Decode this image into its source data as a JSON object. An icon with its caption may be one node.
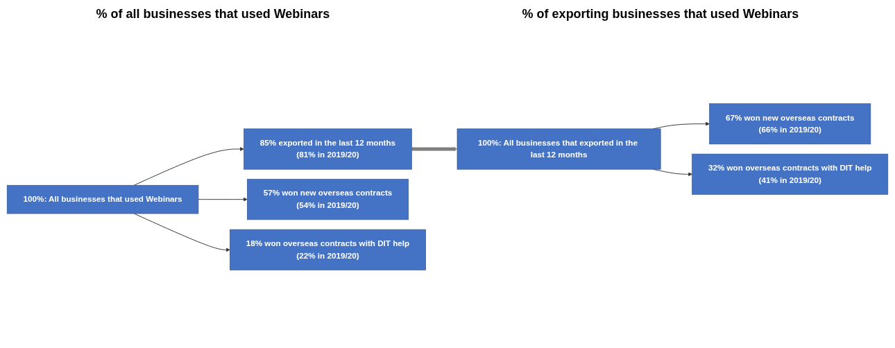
{
  "diagram": {
    "nodes": [
      {
        "text": [
          "100%: All businesses that used Webinars"
        ]
      },
      {
        "text": [
          "85% exported in the last 12 months",
          "(81% in 2019/20)"
        ]
      },
      {
        "text": [
          "57% won new overseas contracts",
          "(54% in 2019/20)"
        ]
      },
      {
        "text": [
          "18% won overseas contracts with DIT help",
          "(22% in 2019/20)"
        ]
      },
      {
        "text": [
          "100%: All businesses that exported in the last 12 months"
        ]
      },
      {
        "text": [
          "67% won new overseas contracts",
          "(66% in 2019/20)"
        ]
      },
      {
        "text": [
          "32% won overseas contracts with DIT help",
          "(41% in 2019/20)"
        ]
      }
    ],
    "edges": [
      {
        "from": 0,
        "to": 1,
        "arrow": "to"
      },
      {
        "from": 0,
        "to": 2,
        "arrow": "to"
      },
      {
        "from": 0,
        "to": 3,
        "arrow": "to"
      },
      {
        "from": 1,
        "to": 4,
        "arrow": "to",
        "style": "thick",
        "color": "#7f7f7f"
      },
      {
        "from": 4,
        "to": 5,
        "arrow": "to"
      },
      {
        "from": 4,
        "to": 6,
        "arrow": "to"
      }
    ],
    "labels": [
      "% of all businesses that used Webinars",
      "% of exporting businesses that used Webinars"
    ]
  }
}
